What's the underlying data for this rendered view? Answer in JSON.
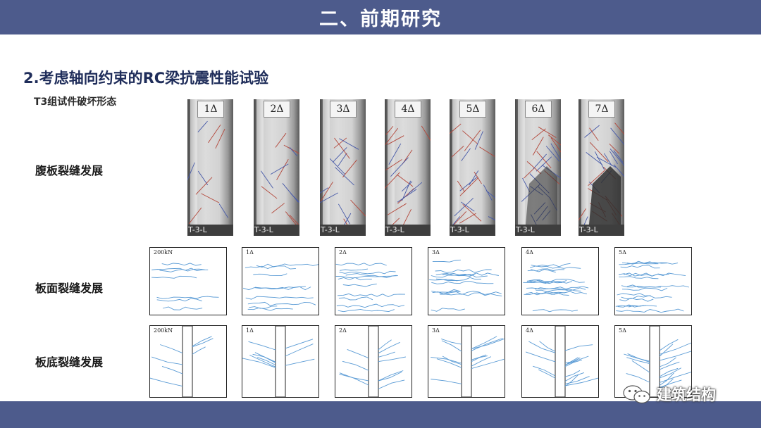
{
  "header": {
    "title": "二、前期研究"
  },
  "section": {
    "title": "2.考虑轴向约束的RC梁抗震性能试验"
  },
  "group_label": "T3组试件破坏形态",
  "rows": {
    "web": "腹板裂缝发展",
    "top": "板面裂缝发展",
    "bottom": "板底裂缝发展"
  },
  "photos": [
    {
      "tag": "1Δ",
      "specimen": "T-3-L"
    },
    {
      "tag": "2Δ",
      "specimen": "T-3-L"
    },
    {
      "tag": "3Δ",
      "specimen": "T-3-L"
    },
    {
      "tag": "4Δ",
      "specimen": "T-3-L"
    },
    {
      "tag": "5Δ",
      "specimen": "T-3-L"
    },
    {
      "tag": "6Δ",
      "specimen": "T-3-L"
    },
    {
      "tag": "7Δ",
      "specimen": "T-3-L"
    }
  ],
  "top_panels": [
    "200kN",
    "1Δ",
    "2Δ",
    "3Δ",
    "4Δ",
    "5Δ"
  ],
  "bottom_panels": [
    "200kN",
    "1Δ",
    "2Δ",
    "3Δ",
    "4Δ",
    "5Δ"
  ],
  "watermark": {
    "text": "建筑结构",
    "icon": "wechat-icon"
  },
  "colors": {
    "header_bg": "#4d5b8c",
    "crack_line": "#5a9bd5",
    "title_text": "#1f2d5a"
  }
}
